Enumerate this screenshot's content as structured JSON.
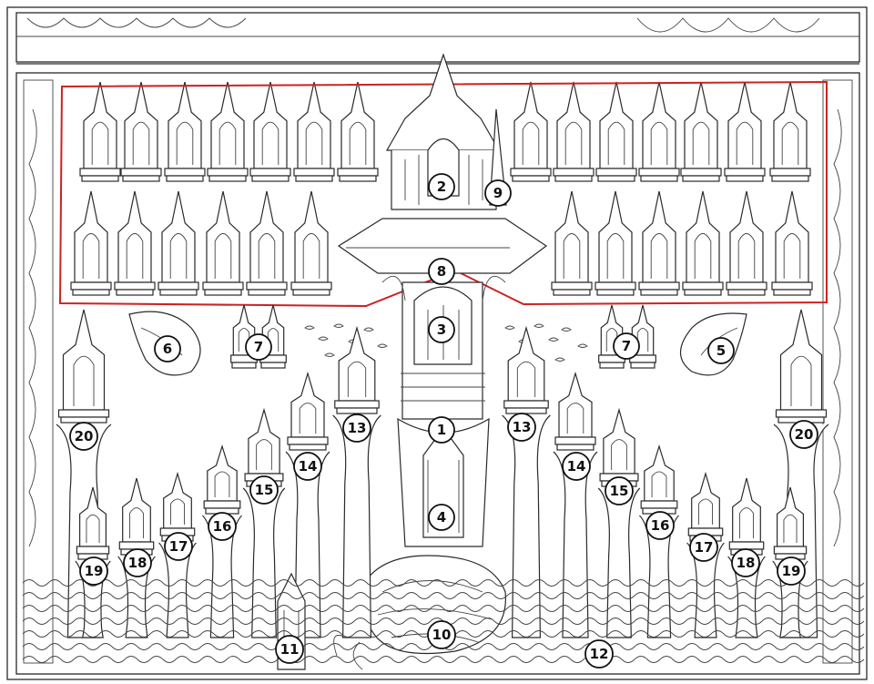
{
  "colors": {
    "ink": "#2a2a2a",
    "paper": "#ffffff",
    "highlight": "#cc2222"
  },
  "labels": [
    "1",
    "2",
    "3",
    "4",
    "5",
    "6",
    "7",
    "7",
    "8",
    "9",
    "10",
    "11",
    "12",
    "13",
    "13",
    "14",
    "14",
    "15",
    "15",
    "16",
    "16",
    "17",
    "17",
    "18",
    "18",
    "19",
    "19",
    "20",
    "20"
  ]
}
